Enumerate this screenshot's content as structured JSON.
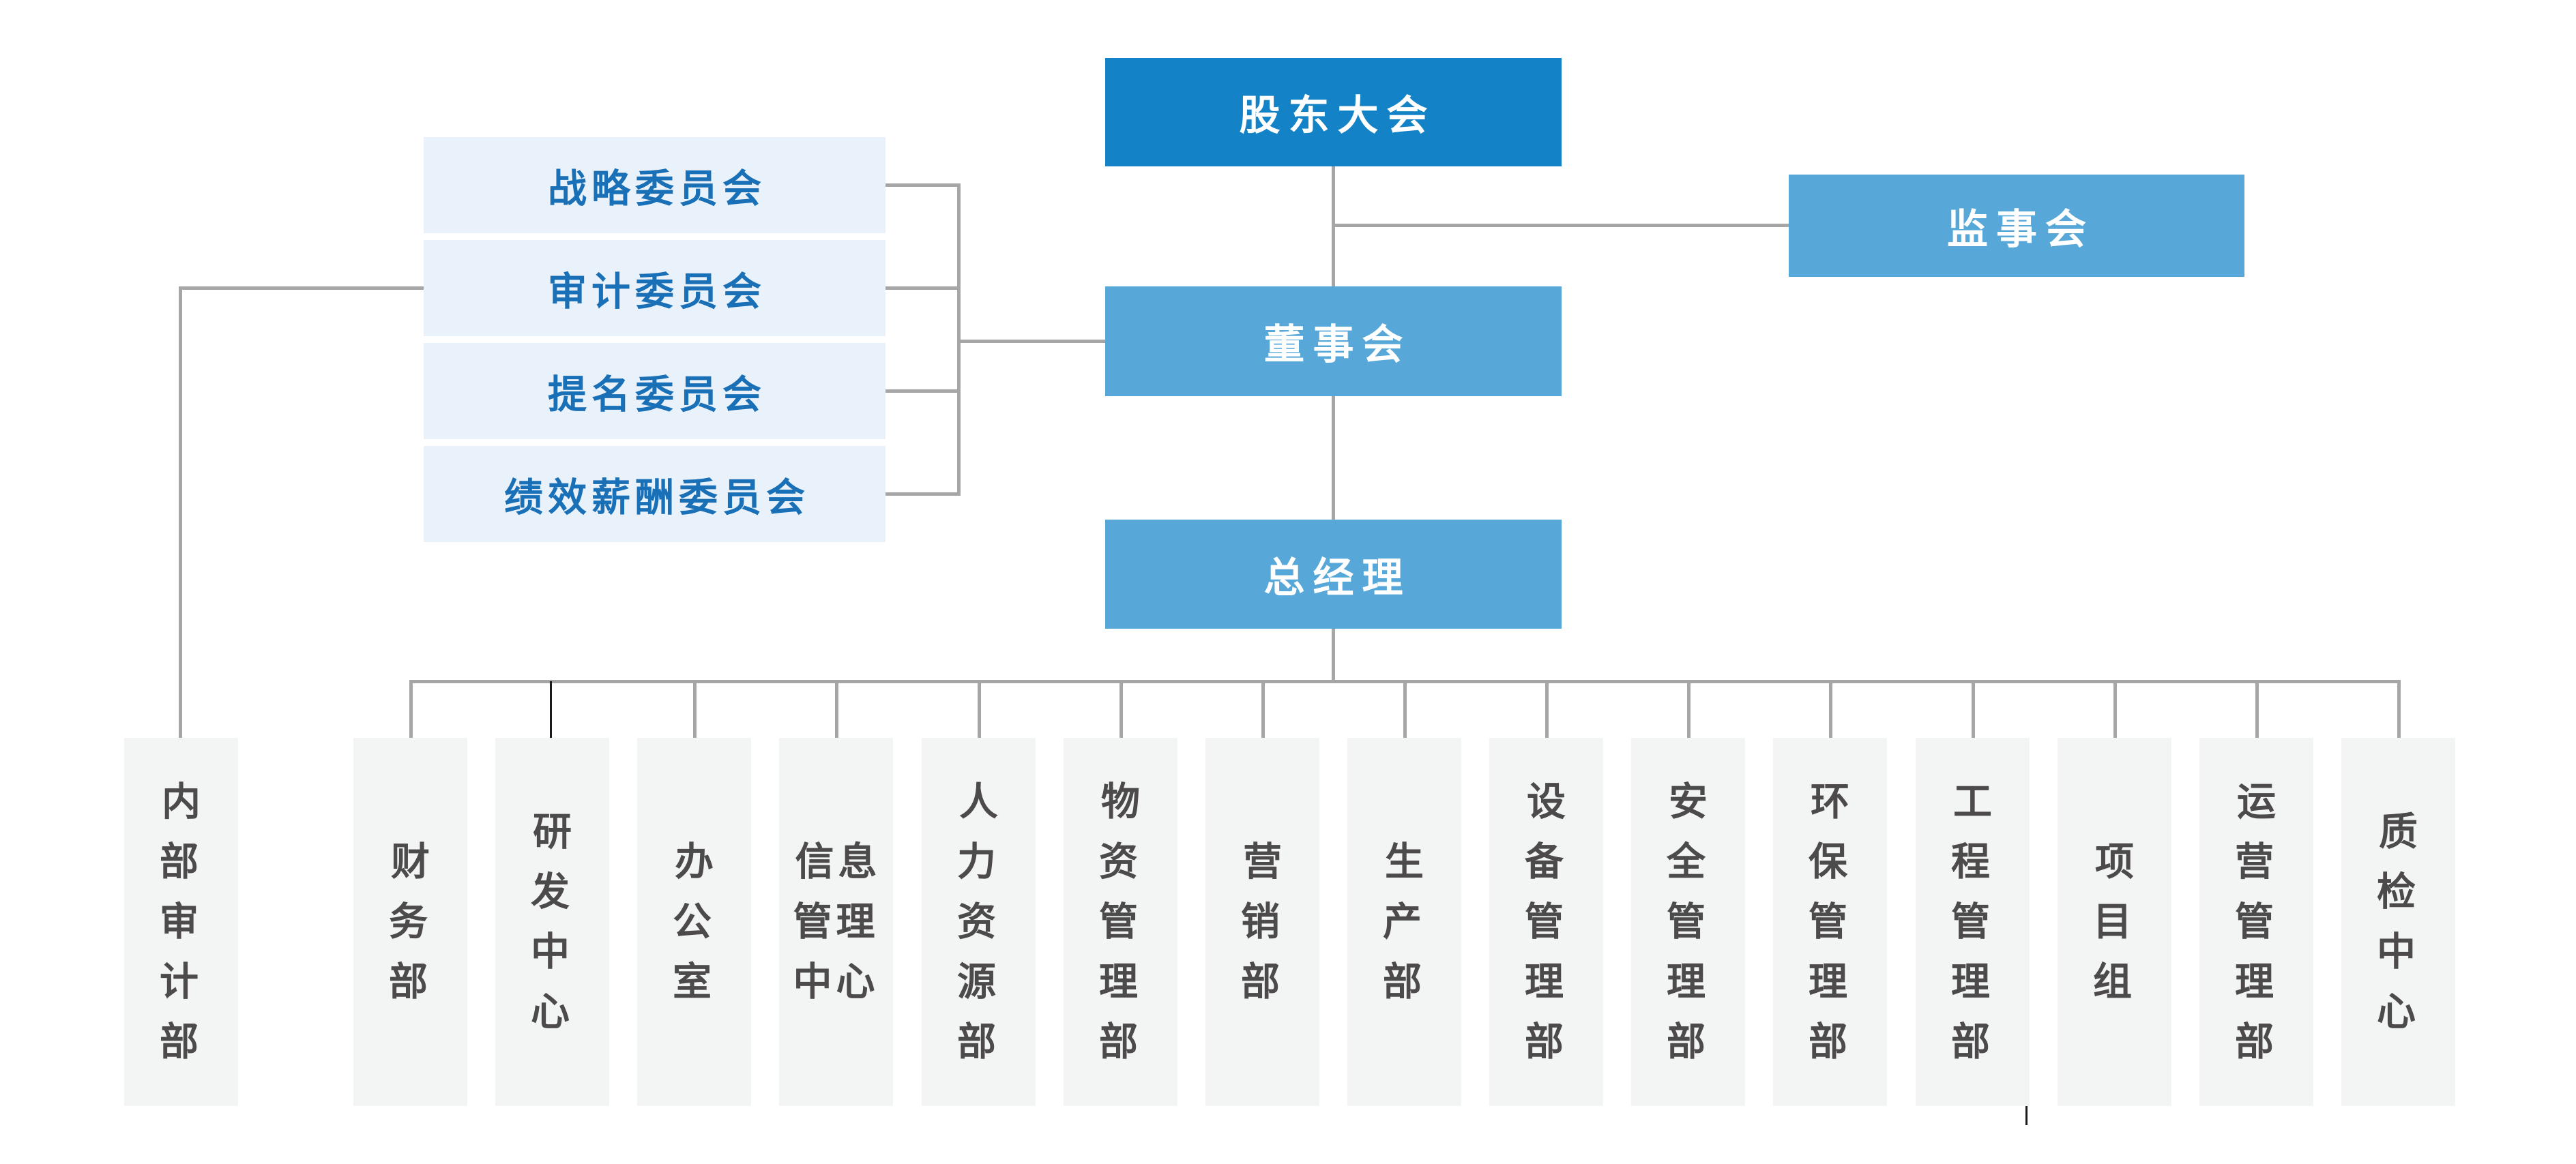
{
  "diagram": {
    "type": "org-chart",
    "nodes": {
      "shareholders": "股东大会",
      "supervisory": "监事会",
      "board": "董事会",
      "general_manager": "总经理"
    },
    "committees": [
      {
        "label": "战略委员会"
      },
      {
        "label": "审计委员会"
      },
      {
        "label": "提名委员会"
      },
      {
        "label": "绩效薪酬委员会"
      }
    ],
    "departments": [
      {
        "name": "内部审计部",
        "label": "内\n部\n审\n计\n部"
      },
      {
        "name": "财务部",
        "label": "财\n务\n部"
      },
      {
        "name": "研发中心",
        "label": "研\n发\n中\n心"
      },
      {
        "name": "办公室",
        "label": "办\n公\n室"
      },
      {
        "name": "信息管理中心",
        "label": "信息\n管理\n中心"
      },
      {
        "name": "人力资源部",
        "label": "人\n力\n资\n源\n部"
      },
      {
        "name": "物资管理部",
        "label": "物\n资\n管\n理\n部"
      },
      {
        "name": "营销部",
        "label": "营\n销\n部"
      },
      {
        "name": "生产部",
        "label": "生\n产\n部"
      },
      {
        "name": "设备管理部",
        "label": "设\n备\n管\n理\n部"
      },
      {
        "name": "安全管理部",
        "label": "安\n全\n管\n理\n部"
      },
      {
        "name": "环保管理部",
        "label": "环\n保\n管\n理\n部"
      },
      {
        "name": "工程管理部",
        "label": "工\n程\n管\n理\n部"
      },
      {
        "name": "项目组",
        "label": "项\n目\n组"
      },
      {
        "name": "运营管理部",
        "label": "运\n营\n管\n理\n部"
      },
      {
        "name": "质检中心",
        "label": "质\n检\n中\n心"
      }
    ],
    "hierarchy": {
      "股东大会": [
        "董事会",
        "监事会"
      ],
      "董事会": [
        "战略委员会",
        "审计委员会",
        "提名委员会",
        "绩效薪酬委员会",
        "总经理"
      ],
      "审计委员会": [
        "内部审计部"
      ],
      "总经理": [
        "财务部",
        "研发中心",
        "办公室",
        "信息管理中心",
        "人力资源部",
        "物资管理部",
        "营销部",
        "生产部",
        "设备管理部",
        "安全管理部",
        "环保管理部",
        "工程管理部",
        "项目组",
        "运营管理部",
        "质检中心"
      ]
    },
    "colors": {
      "top_node": "#1382c6",
      "mid_node": "#57a8d8",
      "committee_bg": "#e9f1fa",
      "committee_text": "#1a70b6",
      "dept_bg": "#f3f4f4",
      "dept_text": "#4c4a4a",
      "connector": "#a6a6a6",
      "divider": "#1b1b1b"
    }
  }
}
